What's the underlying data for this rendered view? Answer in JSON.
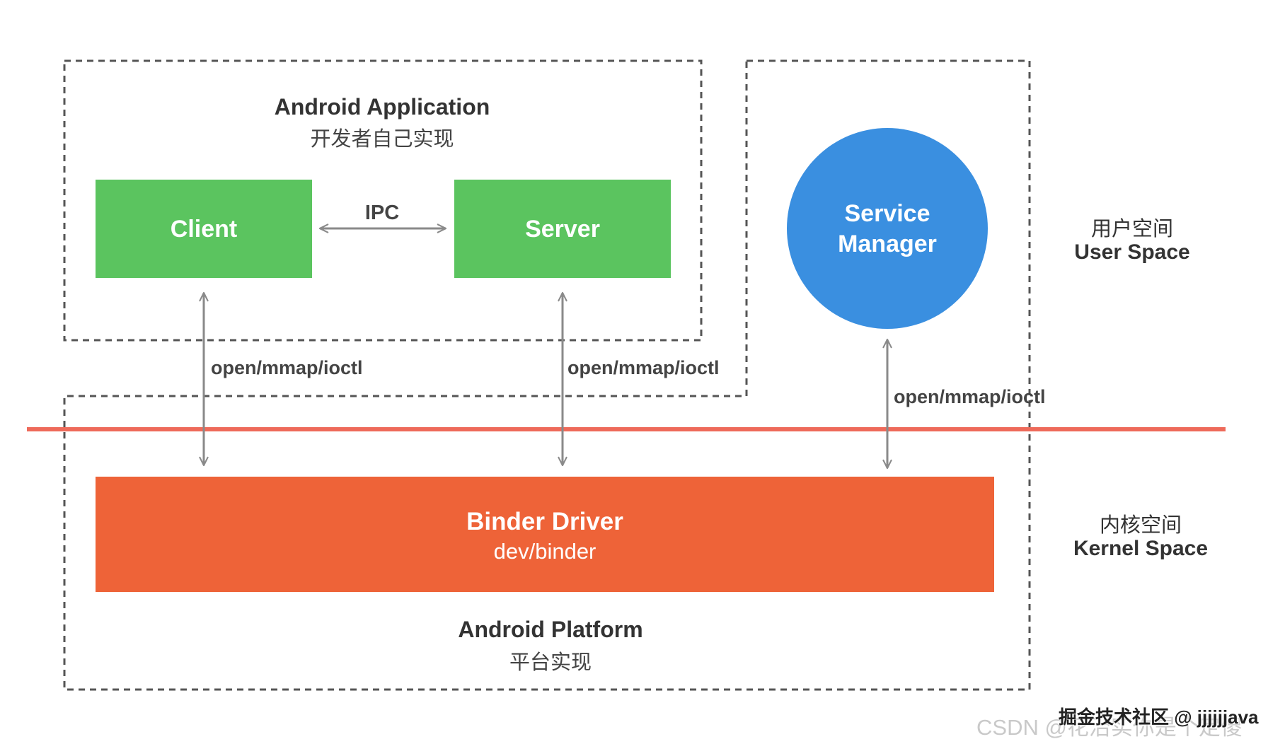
{
  "app_box": {
    "title": "Android Application",
    "subtitle": "开发者自己实现"
  },
  "client": {
    "label": "Client",
    "color": "#5bc45f"
  },
  "server": {
    "label": "Server",
    "color": "#5bc45f"
  },
  "ipc": {
    "label": "IPC"
  },
  "service_manager": {
    "line1": "Service",
    "line2": "Manager",
    "color": "#3a8fe0"
  },
  "binder_driver": {
    "title": "Binder Driver",
    "subtitle": "dev/binder",
    "color": "#ee6338"
  },
  "platform_box": {
    "title": "Android Platform",
    "subtitle": "平台实现"
  },
  "user_space": {
    "zh": "用户空间",
    "en": "User Space"
  },
  "kernel_space": {
    "zh": "内核空间",
    "en": "Kernel Space"
  },
  "api_calls": {
    "client": "open/mmap/ioctl",
    "server": "open/mmap/ioctl",
    "service_manager": "open/mmap/ioctl"
  },
  "divider": {
    "color": "#ee6a5a"
  },
  "watermark": {
    "primary": "掘金技术社区 @ jjjjjjava",
    "secondary": "CSDN @花治实你是个定傻"
  }
}
